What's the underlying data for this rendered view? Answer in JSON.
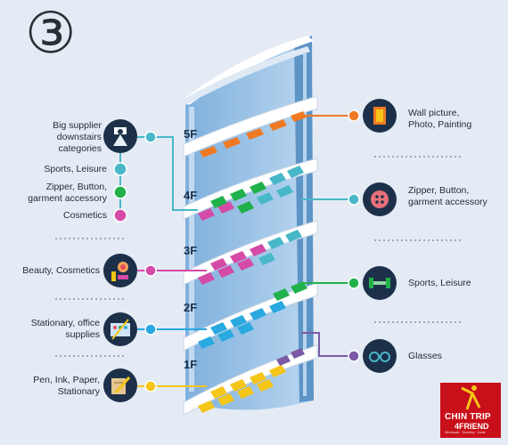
{
  "step_number": "③",
  "floors": [
    {
      "label": "5F",
      "color": "#f07a24"
    },
    {
      "label": "4F",
      "color": "#21b14b"
    },
    {
      "label": "3F",
      "color": "#d54aa6"
    },
    {
      "label": "2F",
      "color": "#29a9e0"
    },
    {
      "label": "1F",
      "color": "#f5c518"
    }
  ],
  "left_labels": {
    "big_supplier": "Big supplier downstairs categories",
    "sports_leisure": "Sports, Leisure",
    "zipper": "Zipper, Button, garment accessory",
    "cosmetics": "Cosmetics",
    "beauty": "Beauty, Cosmetics",
    "stationary": "Stationary, office supplies",
    "pen": "Pen, Ink, Paper, Stationary"
  },
  "right_labels": {
    "wall_picture": "Wall picture, Photo, Painting",
    "zipper": "Zipper, Button, garment accessory",
    "sports": "Sports, Leisure",
    "glasses": "Glasses"
  },
  "colors": {
    "background": "#e4ebf5",
    "icon_circle": "#1d3049",
    "orange": "#f07a24",
    "teal": "#48b8c8",
    "green": "#21b14b",
    "magenta": "#d54aa6",
    "blue": "#29a9e0",
    "yellow": "#f5c518",
    "purple": "#7a5aa6",
    "logo_red": "#c8101a"
  },
  "logo": {
    "line1": "CHIN TRIP",
    "line2": "4FRIEND",
    "tagline": "Wholesale · Sourcing · Guide"
  }
}
